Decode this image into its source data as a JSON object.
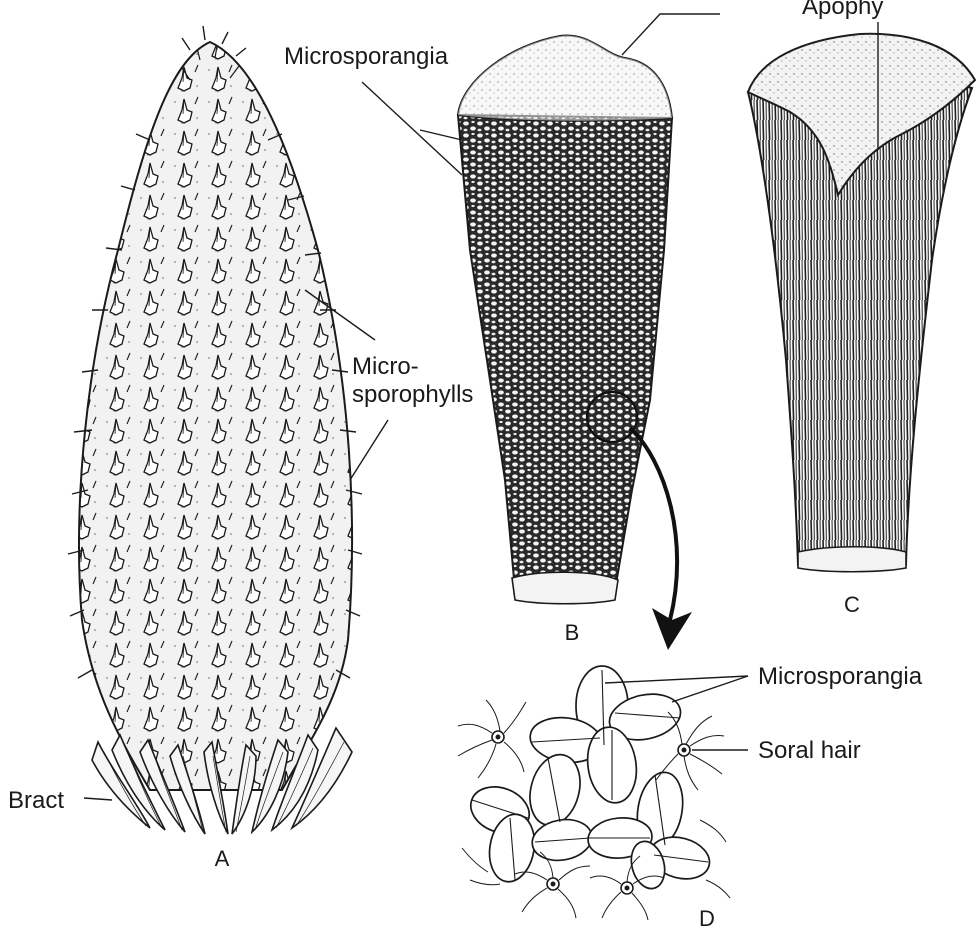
{
  "labels": {
    "microsporangia_top": "Microsporangia",
    "microsporophylls_line1": "Micro-",
    "microsporophylls_line2": "sporophylls",
    "bract": "Bract",
    "apophysis_partial": "Apophy",
    "microsporangia_bottom": "Microsporangia",
    "soral_hair": "Soral hair"
  },
  "panels": {
    "a": "A",
    "b": "B",
    "c": "C",
    "d": "D"
  },
  "colors": {
    "ink": "#1b1b1b",
    "paper": "#ffffff",
    "stipple": "#cfcfcf",
    "dark_texture": "#3a3a3a"
  }
}
